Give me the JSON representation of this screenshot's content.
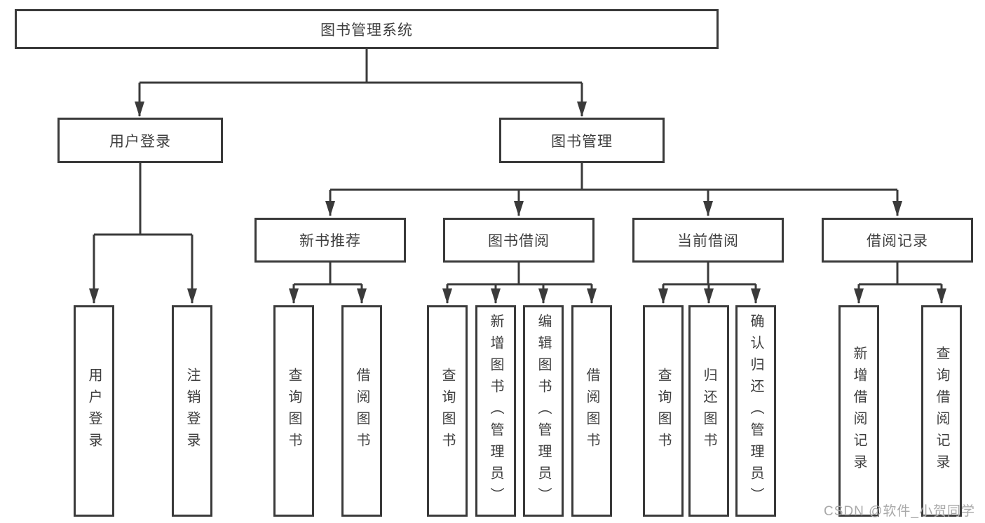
{
  "title": "图书管理系统",
  "tree": {
    "root": {
      "label": "图书管理系统",
      "children": [
        {
          "label": "用户登录",
          "children": [
            {
              "label": "用户登录"
            },
            {
              "label": "注销登录"
            }
          ]
        },
        {
          "label": "图书管理",
          "children": [
            {
              "label": "新书推荐",
              "children": [
                {
                  "label": "查询图书"
                },
                {
                  "label": "借阅图书"
                }
              ]
            },
            {
              "label": "图书借阅",
              "children": [
                {
                  "label": "查询图书"
                },
                {
                  "label": "新增图书（管理员）"
                },
                {
                  "label": "编辑图书（管理员）"
                },
                {
                  "label": "借阅图书"
                }
              ]
            },
            {
              "label": "当前借阅",
              "children": [
                {
                  "label": "查询图书"
                },
                {
                  "label": "归还图书"
                },
                {
                  "label": "确认归还（管理员）"
                }
              ]
            },
            {
              "label": "借阅记录",
              "children": [
                {
                  "label": "新增借阅记录"
                },
                {
                  "label": "查询借阅记录"
                }
              ]
            }
          ]
        }
      ]
    }
  },
  "watermark": {
    "text": "CSDN @软件_小贺同学"
  },
  "colors": {
    "line": "#3a3a3a",
    "text": "#3f3f3f",
    "background": "#ffffff",
    "watermark": "#a9a9a9"
  }
}
